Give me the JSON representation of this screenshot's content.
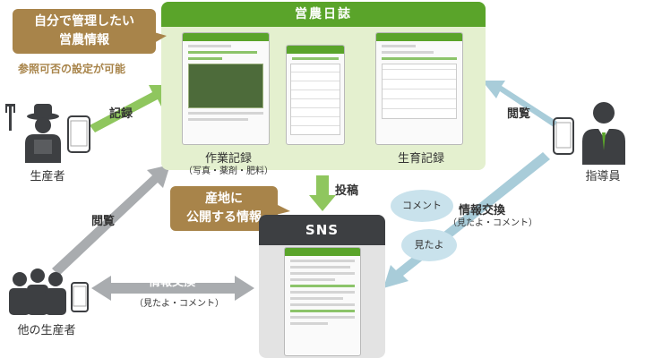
{
  "nouen_title": "営農日誌",
  "sns_title": "SNS",
  "callout_manage": {
    "line1": "自分で管理したい",
    "line2": "営農情報"
  },
  "callout_manage_sub": "参照可否の設定が可能",
  "callout_public": {
    "line1": "産地に",
    "line2": "公開する情報"
  },
  "work_record": {
    "title": "作業記録",
    "sub": "（写真・薬剤・肥料）"
  },
  "growth_record": "生育記録",
  "producer": "生産者",
  "other_producers": "他の生産者",
  "instructor": "指導員",
  "arrows": {
    "record": "記録",
    "browse_left": "閲覧",
    "browse_right": "閲覧",
    "post": "投稿",
    "exchange_left": "情報交換",
    "exchange_left_sub": "（見たよ・コメント）",
    "exchange_right": "情報交換",
    "exchange_right_sub": "（見たよ・コメント）"
  },
  "bubbles": {
    "comment": "コメント",
    "mitayo": "見たよ"
  },
  "colors": {
    "green": "#5aa42a",
    "light_green": "#e4f0cf",
    "brown": "#a8844a",
    "dark": "#3d3f42",
    "gray_arrow": "#a9acaf",
    "blue_arrow": "#a8ccd9"
  }
}
